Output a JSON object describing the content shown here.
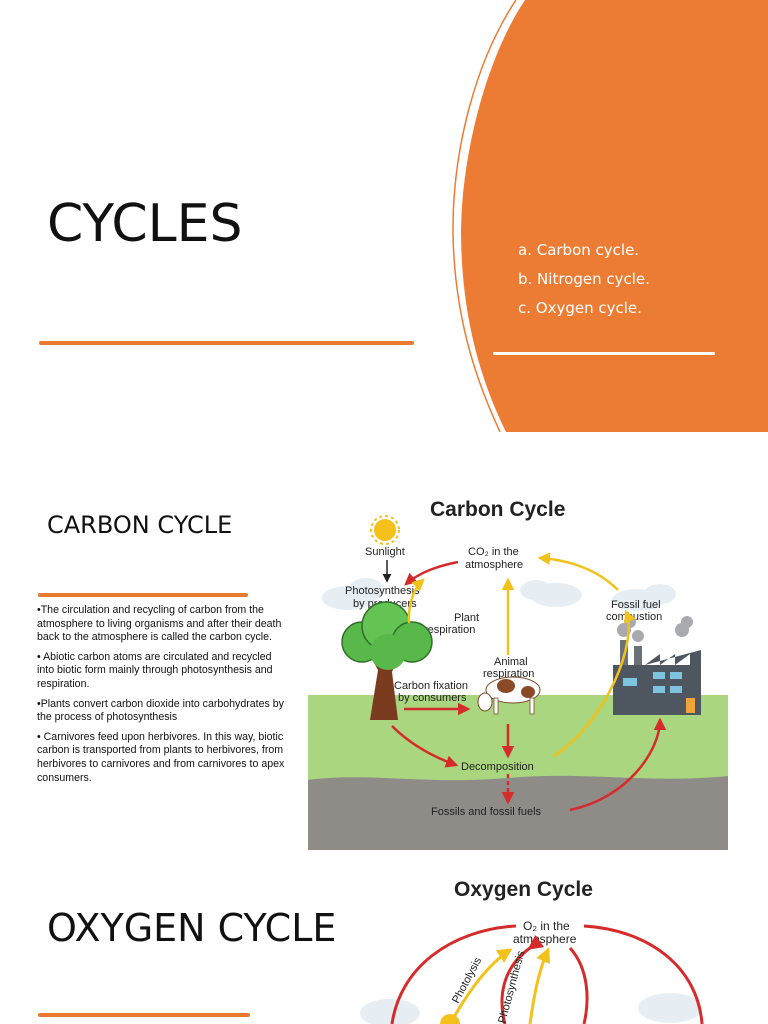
{
  "theme": {
    "accent": "#e8792e",
    "arrow_red": "#d62b2b",
    "arrow_yellow": "#f2c21b",
    "sky": "#ffffff",
    "grass": "#a9d67f",
    "soil": "#8f8b87"
  },
  "slide1": {
    "title": "CYCLES",
    "topics": [
      "a. Carbon cycle.",
      "b. Nitrogen cycle.",
      "c. Oxygen cycle."
    ]
  },
  "slide2": {
    "title": "CARBON CYCLE",
    "bullets": [
      "•The circulation and recycling of carbon from the atmosphere to living organisms and after their death back to the atmosphere is called the carbon cycle.",
      "• Abiotic carbon atoms are circulated and recycled into biotic form mainly through photosynthesis and respiration.",
      "•Plants convert carbon dioxide into carbohydrates by the process of photosynthesis",
      "• Carnivores feed upon herbivores. In this way, biotic carbon is transported from plants to herbivores, from herbivores to carnivores and from carnivores to apex consumers."
    ],
    "diagram": {
      "title": "Carbon Cycle",
      "sunlight": "Sunlight",
      "co2_line1": "CO₂ in the",
      "co2_line2": "atmosphere",
      "photo_line1": "Photosynthesis",
      "photo_line2": "by producers",
      "plant_resp_line1": "Plant",
      "plant_resp_line2": "respiration",
      "fossil_comb_line1": "Fossil fuel",
      "fossil_comb_line2": "combustion",
      "animal_resp_line1": "Animal",
      "animal_resp_line2": "respiration",
      "fixation_line1": "Carbon fixation",
      "fixation_line2": "by consumers",
      "decomposition": "Decomposition",
      "fossils": "Fossils and fossil fuels"
    }
  },
  "slide3": {
    "title": "OXYGEN CYCLE",
    "diagram": {
      "title": "Oxygen Cycle",
      "o2_line1": "O₂ in the",
      "o2_line2": "atmosphere",
      "photolysis": "Photolysis",
      "photosynthesis": "Photosynthesis"
    }
  }
}
